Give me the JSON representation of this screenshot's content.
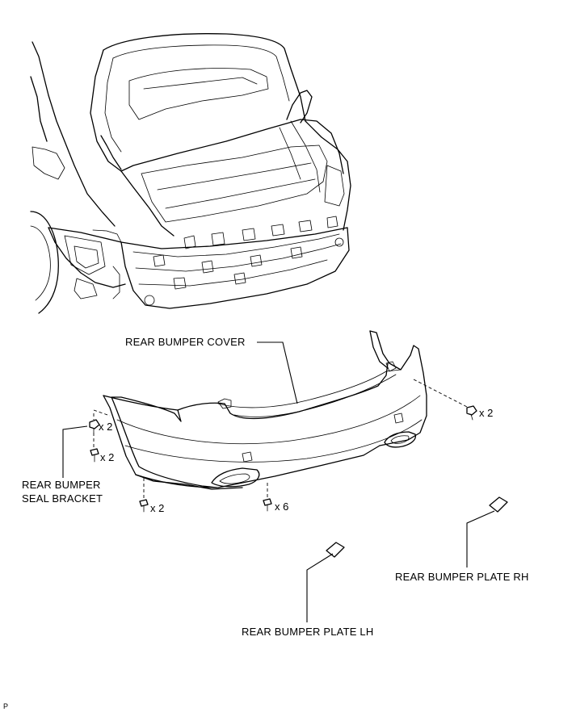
{
  "labels": {
    "rear_bumper_cover": "REAR BUMPER COVER",
    "seal_bracket_line1": "REAR BUMPER",
    "seal_bracket_line2": "SEAL BRACKET",
    "plate_rh": "REAR BUMPER PLATE RH",
    "plate_lh": "REAR BUMPER PLATE LH"
  },
  "quantities": {
    "right_fastener": "x 2",
    "bracket_upper": "x 2",
    "bracket_lower": "x 2",
    "bottom_left": "x 2",
    "bottom_center": "x 6"
  },
  "corner_mark": "P",
  "colors": {
    "line": "#000000",
    "background": "#ffffff"
  }
}
